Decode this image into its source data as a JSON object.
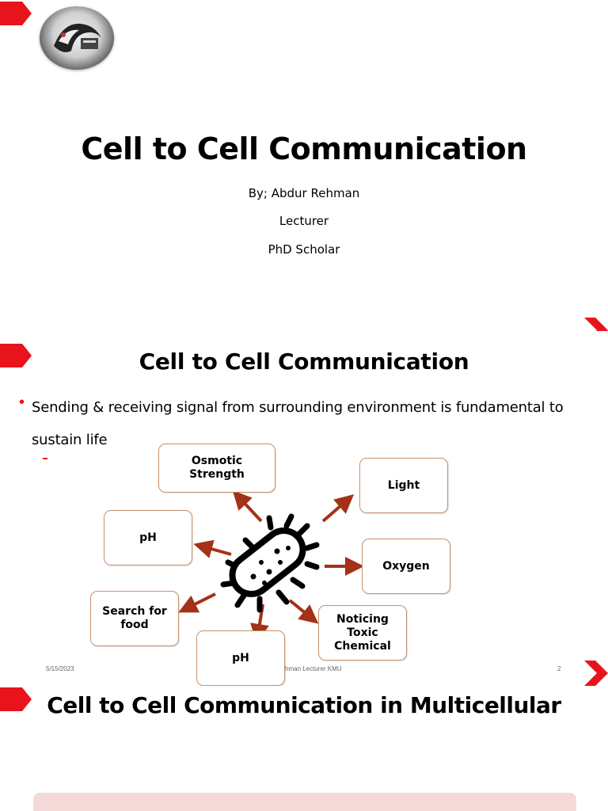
{
  "slide1": {
    "title": "Cell to Cell Communication",
    "author": "By; Abdur Rehman",
    "role": "Lecturer",
    "degree": "PhD Scholar"
  },
  "slide2": {
    "title": "Cell to Cell Communication",
    "bullet": "Sending & receiving signal from surrounding environment  is fundamental to sustain life",
    "diagram": {
      "center_icon": "bacterium-icon",
      "boxes": {
        "osmotic": "Osmotic\nStrength",
        "light": "Light",
        "ph_top": "pH",
        "oxygen": "Oxygen",
        "food": "Search for\nfood",
        "toxic": "Noticing\nToxic\nChemical",
        "ph_bottom": "pH"
      }
    },
    "footer": {
      "date": "5/15/2023",
      "center": "hman Lecturer KMU",
      "page": "2"
    }
  },
  "slide3": {
    "title": "Cell to Cell Communication in Multicellular"
  },
  "colors": {
    "accent_red": "#e8141b",
    "arrow": "#a33218",
    "box_border": "#c8906a",
    "pink_box": "#f3d9d8"
  }
}
